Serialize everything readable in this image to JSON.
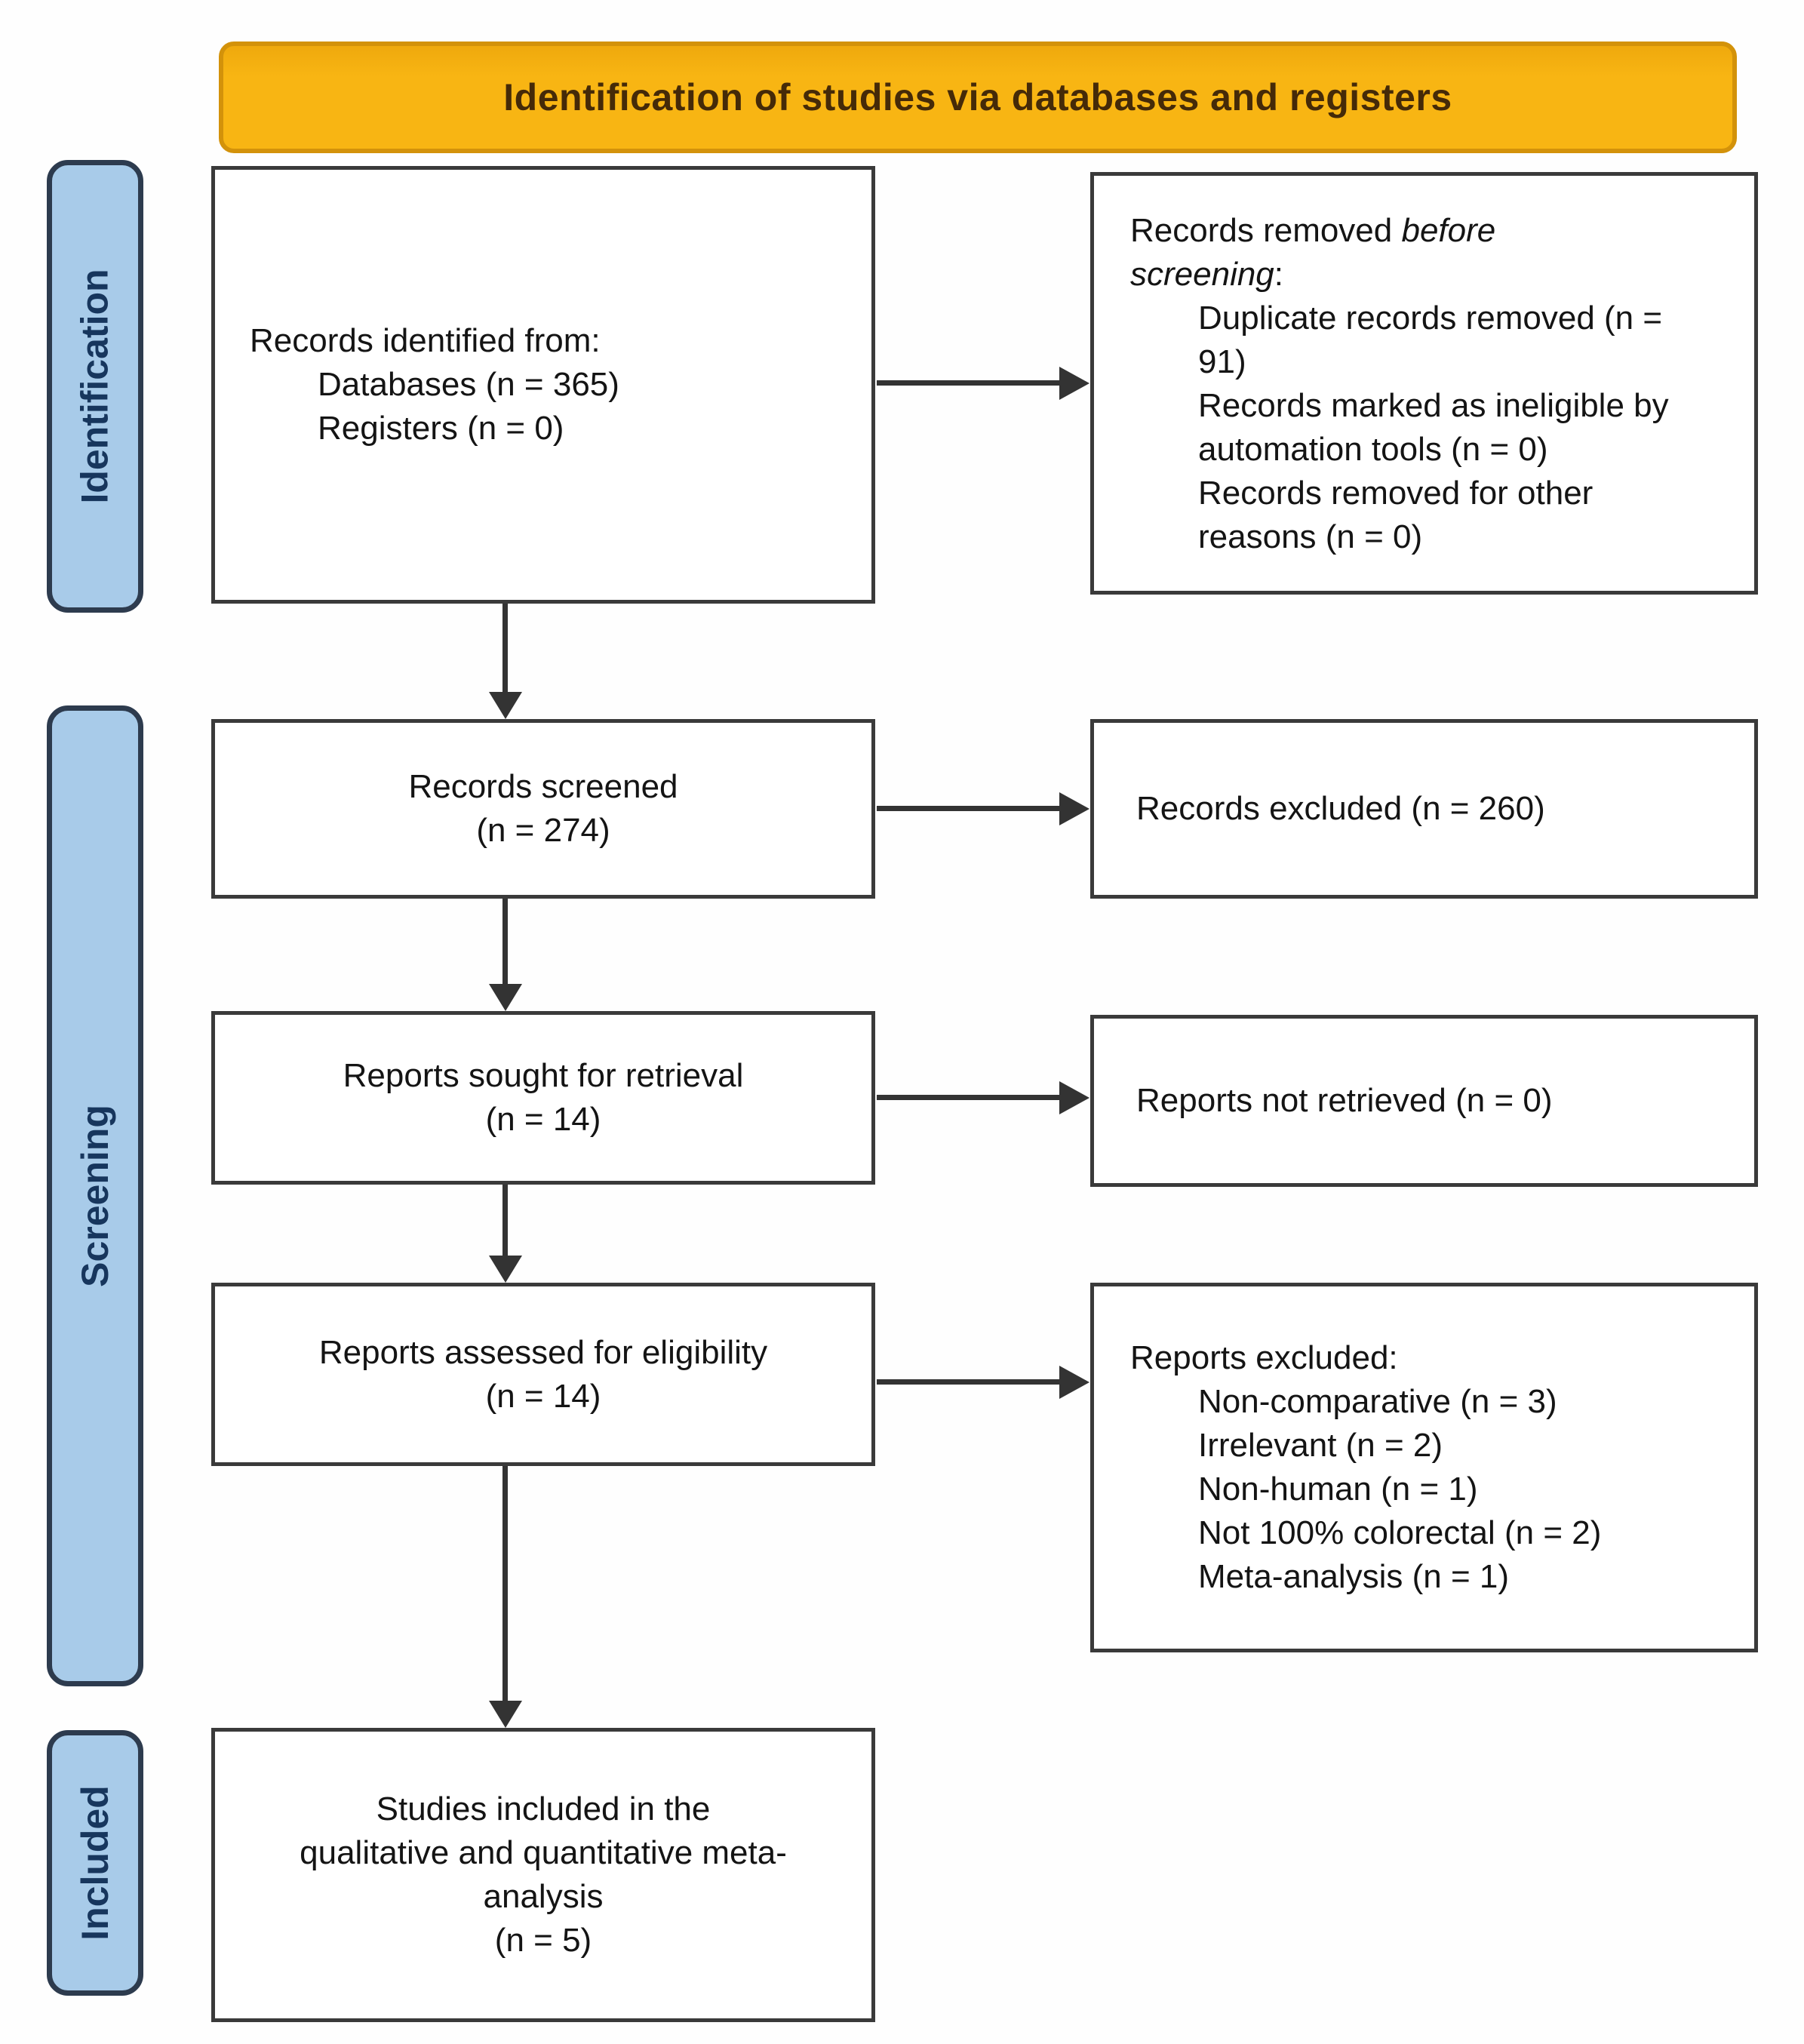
{
  "banner": {
    "title": "Identification of studies via databases and registers"
  },
  "stages": {
    "identification": "Identification",
    "screening": "Screening",
    "included": "Included"
  },
  "boxes": {
    "identified": {
      "heading": "Records identified from:",
      "items": [
        "Databases (n = 365)",
        "Registers (n = 0)"
      ]
    },
    "removed_before_screening": {
      "heading_prefix": "Records removed ",
      "heading_italic": "before screening",
      "heading_suffix": ":",
      "items": [
        "Duplicate records removed (n = 91)",
        "Records marked as ineligible by automation tools (n = 0)",
        "Records removed for other reasons (n = 0)"
      ]
    },
    "screened": {
      "line1": "Records screened",
      "line2": "(n = 274)"
    },
    "records_excluded": {
      "text": "Records excluded (n = 260)"
    },
    "sought": {
      "line1": "Reports sought for retrieval",
      "line2": "(n = 14)"
    },
    "not_retrieved": {
      "text": "Reports not retrieved (n = 0)"
    },
    "assessed": {
      "line1": "Reports assessed for eligibility",
      "line2": "(n = 14)"
    },
    "reports_excluded": {
      "heading": "Reports excluded:",
      "items": [
        "Non-comparative (n = 3)",
        "Irrelevant (n = 2)",
        "Non-human (n = 1)",
        "Not 100% colorectal (n = 2)",
        "Meta-analysis (n = 1)"
      ]
    },
    "included_studies": {
      "line1": "Studies included in the",
      "line2": "qualitative and quantitative meta-",
      "line3": "analysis",
      "line4": "(n = 5)"
    }
  },
  "colors": {
    "banner_fill": "#F8B513",
    "banner_border": "#D3920A",
    "banner_text": "#452A08",
    "stage_fill": "#A8CBE9",
    "stage_border": "#2D3B4E",
    "stage_text": "#17365D",
    "box_border": "#3A3A3A",
    "box_text": "#141414",
    "arrow": "#333333"
  }
}
